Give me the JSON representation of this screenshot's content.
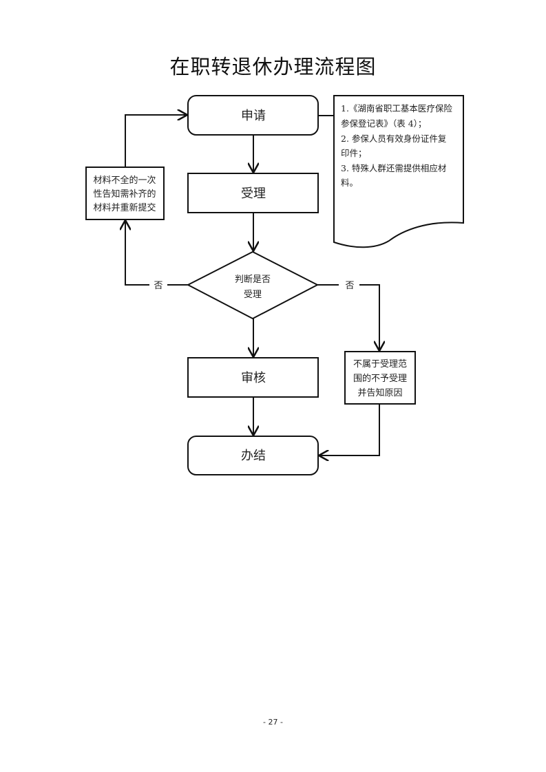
{
  "title": "在职转退休办理流程图",
  "nodes": {
    "apply": "申请",
    "accept": "受理",
    "decision": [
      "判断是否",
      "受理"
    ],
    "review": "审核",
    "complete": "办结",
    "incomplete_notice": [
      "材料不全的一次",
      "性告知需补齐的",
      "材料并重新提交"
    ],
    "reject_notice": [
      "不属于受理范",
      "围的不予受理",
      "并告知原因"
    ]
  },
  "edge_labels": {
    "left_no": "否",
    "right_no": "否"
  },
  "document_note": {
    "lines": [
      "1.《湖南省职工基本医疗保险",
      "参保登记表》（表 4）；",
      "2. 参保人员有效身份证件复",
      "印件；",
      "3. 特殊人群还需提供相应材",
      "料。"
    ]
  },
  "page_number": "- 27 -"
}
